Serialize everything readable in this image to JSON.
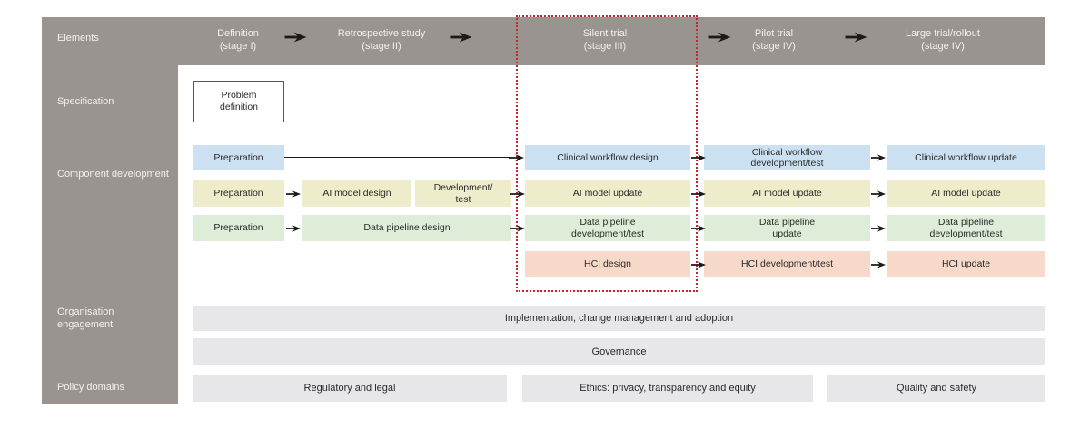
{
  "sidebar": {
    "rows": [
      "Elements",
      "Specification",
      "Component development",
      "Organisation engagement",
      "Policy domains"
    ]
  },
  "header": {
    "stages": [
      {
        "name": "Definition",
        "stage": "(stage I)"
      },
      {
        "name": "Retrospective study",
        "stage": "(stage II)"
      },
      {
        "name": "Silent trial",
        "stage": "(stage III)"
      },
      {
        "name": "Pilot trial",
        "stage": "(stage IV)"
      },
      {
        "name": "Large trial/rollout",
        "stage": "(stage IV)"
      }
    ]
  },
  "specification": {
    "problem_box": "Problem\ndefinition"
  },
  "rows": {
    "workflow": {
      "prep": "Preparation",
      "silent": "Clinical workflow design",
      "pilot": "Clinical workflow\ndevelopment/test",
      "large": "Clinical workflow update"
    },
    "ai": {
      "prep": "Preparation",
      "design": "AI model design",
      "devtest": "Development/\ntest",
      "silent": "AI model update",
      "pilot": "AI model update",
      "large": "AI model update"
    },
    "data": {
      "prep": "Preparation",
      "design": "Data pipeline design",
      "silent": "Data pipeline\ndevelopment/test",
      "pilot": "Data pipeline\nupdate",
      "large": "Data pipeline\ndevelopment/test"
    },
    "hci": {
      "silent": "HCI design",
      "pilot": "HCI development/test",
      "large": "HCI update"
    }
  },
  "organisation": {
    "implementation": "Implementation, change management and adoption",
    "governance": "Governance"
  },
  "policy": {
    "regulatory": "Regulatory and legal",
    "ethics": "Ethics: privacy, transparency and equity",
    "quality": "Quality and safety"
  },
  "colors": {
    "band_gray": "#9a9490",
    "workflow_blue": "#cbe0f1",
    "ai_yellow": "#edeccb",
    "data_green": "#ddedd8",
    "hci_pink": "#f6d9c8",
    "bar_gray": "#e7e7e9",
    "highlight_red": "#c8242b",
    "arrow_black": "#1a1a1a"
  }
}
